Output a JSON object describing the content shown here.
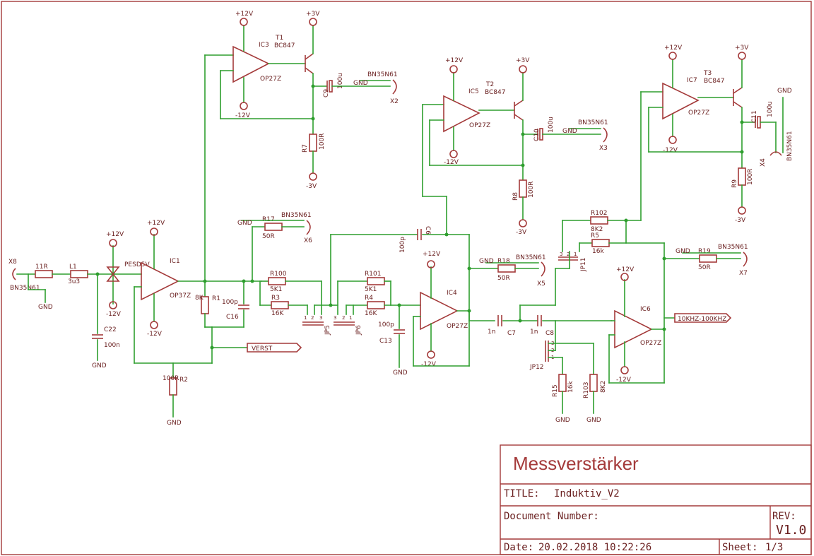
{
  "title_block": {
    "heading": "Messverstärker",
    "title_label": "TITLE:",
    "title_value": "Induktiv_V2",
    "docnum_label": "Document Number:",
    "rev_label": "REV:",
    "rev_value": "V1.0",
    "date_label": "Date:",
    "date_value": "20.02.2018 10:22:26",
    "sheet_label": "Sheet:",
    "sheet_value": "1/3"
  },
  "rails": {
    "pos12": "+12V",
    "neg12": "-12V",
    "pos3": "+3V",
    "neg3": "-3V",
    "gnd": "GND"
  },
  "connectors": {
    "x8": "X8",
    "x8_type": "BN35N61",
    "x2": "X2",
    "x3": "X3",
    "x4": "X4",
    "x5": "X5",
    "x6": "X6",
    "x7": "X7",
    "bnc_type": "BN35N61"
  },
  "opamps": {
    "ic1": "IC1",
    "ic1_type": "OP37Z",
    "ic3": "IC3",
    "ic4": "IC4",
    "ic5": "IC5",
    "ic6": "IC6",
    "ic7": "IC7",
    "op27": "OP27Z"
  },
  "transistors": {
    "t1": "T1",
    "t2": "T2",
    "t3": "T3",
    "type": "BC847"
  },
  "resistors": {
    "r11": "11R",
    "r1": "R1",
    "r1_val": "8K",
    "r2": "R2",
    "r2_val": "100R",
    "r3": "R3",
    "r3_val": "16K",
    "r4": "R4",
    "r4_val": "16K",
    "r5": "R5",
    "r5_val": "16k",
    "r7": "R7",
    "r7_val": "100R",
    "r8": "R8",
    "r8_val": "100R",
    "r9": "R9",
    "r9_val": "100R",
    "r15": "R15",
    "r15_val": "16k",
    "r17": "R17",
    "r17_val": "50R",
    "r18": "R18",
    "r18_val": "50R",
    "r19": "R19",
    "r19_val": "50R",
    "r100": "R100",
    "r100_val": "5K1",
    "r101": "R101",
    "r101_val": "5K1",
    "r102": "R102",
    "r102_val": "8K2",
    "r103": "R103",
    "r103_val": "8K2"
  },
  "capacitors": {
    "c6": "C6",
    "c6_val": "100p",
    "c7": "C7",
    "c7_val": "1n",
    "c8": "C8",
    "c8_val": "1n",
    "c9": "C9",
    "c9_val": "100u",
    "c10": "C10",
    "c10_val": "100u",
    "c11": "C11",
    "c11_val": "100u",
    "c13": "C13",
    "c13_val": "100p",
    "c16": "C16",
    "c16_val": "100p",
    "c22": "C22",
    "c22_val": "100n"
  },
  "misc": {
    "l1": "L1",
    "l1_val": "3u3",
    "diode": "PESD5V",
    "jp5": "JP5",
    "jp6": "JP6",
    "jp11": "JP11",
    "jp12": "JP12",
    "verst": "VERST",
    "freq": "10KHZ-100KHZ"
  }
}
